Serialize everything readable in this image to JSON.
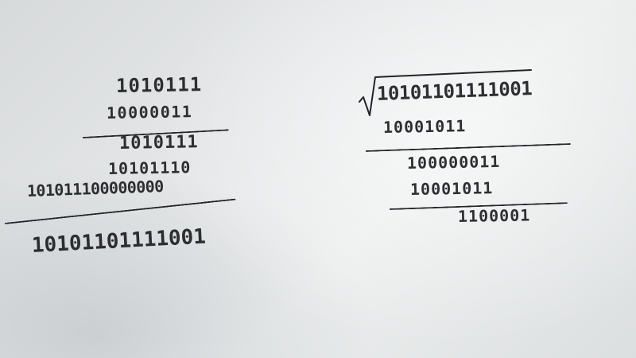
{
  "multiplication": {
    "multiplicand": "1010111",
    "multiplier": "10000011",
    "partial_1": "1010111",
    "partial_2": "10101110",
    "partial_3": "101011100000000",
    "product": "10101101111001"
  },
  "division": {
    "dividend": "10101101111001",
    "divisor": "10001011",
    "remainder_1": "100000011",
    "subtrahend_2": "10001011",
    "result": "1100001"
  },
  "colors": {
    "ink": "#1d1f22",
    "paper": "#e6e8e9"
  }
}
